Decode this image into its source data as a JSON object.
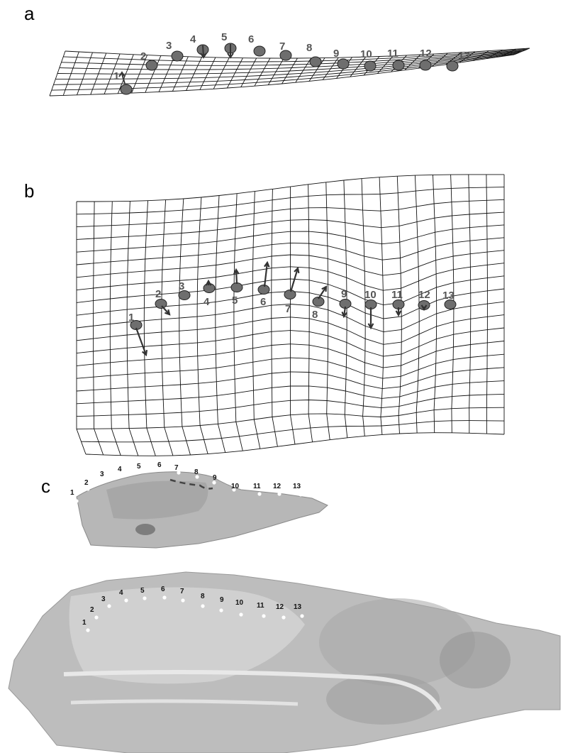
{
  "panels": {
    "a": {
      "letter": "a",
      "landmarks": [
        "1",
        "2",
        "3",
        "4",
        "5",
        "6",
        "7",
        "8",
        "9",
        "10",
        "11",
        "12",
        "13"
      ]
    },
    "b": {
      "letter": "b",
      "landmarks": [
        "1",
        "2",
        "3",
        "4",
        "5",
        "6",
        "7",
        "8",
        "9",
        "10",
        "11",
        "12",
        "13"
      ]
    },
    "c": {
      "letter": "c",
      "top_photo_landmarks": [
        "1",
        "2",
        "3",
        "4",
        "5",
        "6",
        "7",
        "8",
        "9",
        "10",
        "11",
        "12",
        "13"
      ],
      "bottom_photo_landmarks": [
        "1",
        "2",
        "3",
        "4",
        "5",
        "6",
        "7",
        "8",
        "9",
        "10",
        "11",
        "12",
        "13"
      ]
    }
  },
  "colors": {
    "grid": "#111111",
    "landmark": "#6e6e6e",
    "arrow": "#333333",
    "label": "#555555",
    "tissue": "#bdbdbd"
  }
}
